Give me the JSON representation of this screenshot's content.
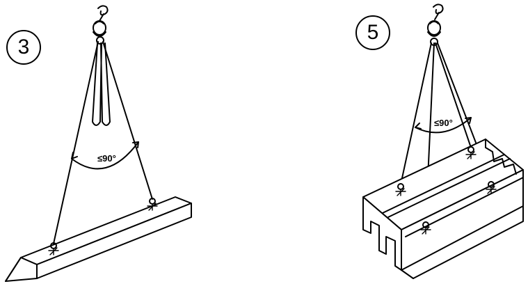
{
  "figures": [
    {
      "id": "left",
      "number": "3",
      "angle_label": "≤90°"
    },
    {
      "id": "right",
      "number": "5",
      "angle_label": "≤90°"
    }
  ],
  "colors": {
    "line": "#000000",
    "background": "#ffffff"
  }
}
